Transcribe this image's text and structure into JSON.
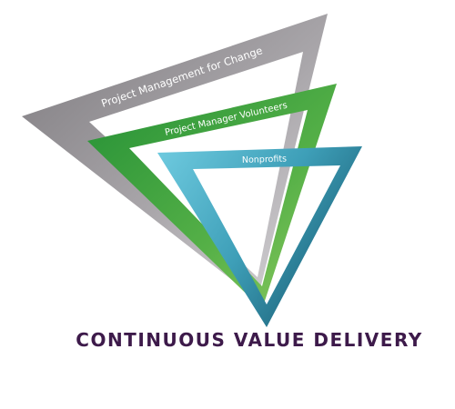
{
  "diagram": {
    "layers": [
      {
        "label": "Project Management for Change",
        "color_light": "#8f8c8f",
        "color_dark": "#c9c6c9"
      },
      {
        "label": "Project Manager Volunteers",
        "color_light": "#2f9a3c",
        "color_dark": "#7cc35b"
      },
      {
        "label": "Nonprofits",
        "color_light": "#5cc0d6",
        "color_dark": "#1f6f86"
      }
    ],
    "caption": "CONTINUOUS VALUE DELIVERY"
  }
}
